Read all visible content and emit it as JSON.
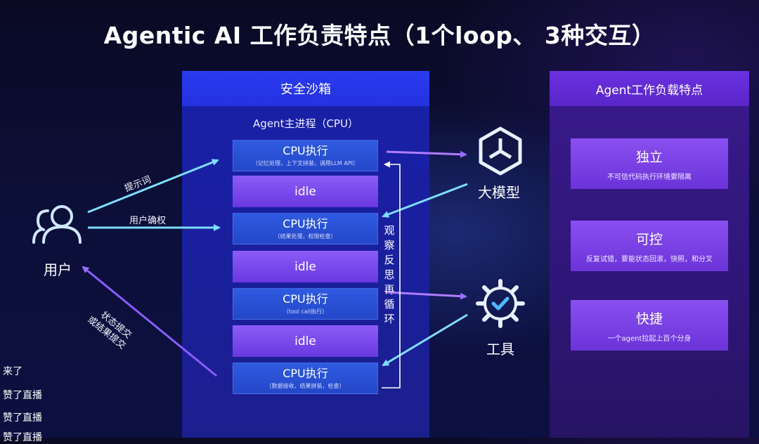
{
  "title": "Agentic AI 工作负责特点（1个loop、 3种交互）",
  "sandbox": {
    "header": "安全沙箱",
    "process_label": "Agent主进程（CPU）",
    "steps": [
      {
        "kind": "cpu",
        "label": "CPU执行",
        "sub": "（记忆处理，上下文拼装，调用LLM API）"
      },
      {
        "kind": "idle",
        "label": "idle"
      },
      {
        "kind": "cpu",
        "label": "CPU执行",
        "sub": "（结果处理，权限检查）"
      },
      {
        "kind": "idle",
        "label": "idle"
      },
      {
        "kind": "cpu",
        "label": "CPU执行",
        "sub": "（tool call执行）"
      },
      {
        "kind": "idle",
        "label": "idle"
      },
      {
        "kind": "cpu",
        "label": "CPU执行",
        "sub": "（数据接收，结果拼装，检查）"
      }
    ],
    "loop_label": "观察反思再循环"
  },
  "user": {
    "name": "用户",
    "arrow_prompt": "提示词",
    "arrow_confirm": "用户确权",
    "arrow_return_1": "状态提交",
    "arrow_return_2": "或结果提交"
  },
  "llm": {
    "name": "大模型",
    "icon": "cube-icon"
  },
  "tools": {
    "name": "工具",
    "icon": "gear-check-icon"
  },
  "workload": {
    "header": "Agent工作负载特点",
    "cards": [
      {
        "title": "独立",
        "desc": "不可信代码执行环境要隔离"
      },
      {
        "title": "可控",
        "desc": "反复试错，要能状态回滚，快照，和分叉"
      },
      {
        "title": "快捷",
        "desc": "一个agent拉起上百个分身"
      }
    ]
  },
  "chat_messages": [
    "来了",
    "赞了直播",
    "赞了直播",
    "赞了直播"
  ],
  "colors": {
    "cpu": "#2a50d8",
    "idle": "#7a48ec",
    "arrow": "#6fd3ff",
    "return_arrow": "#8a5cff"
  }
}
